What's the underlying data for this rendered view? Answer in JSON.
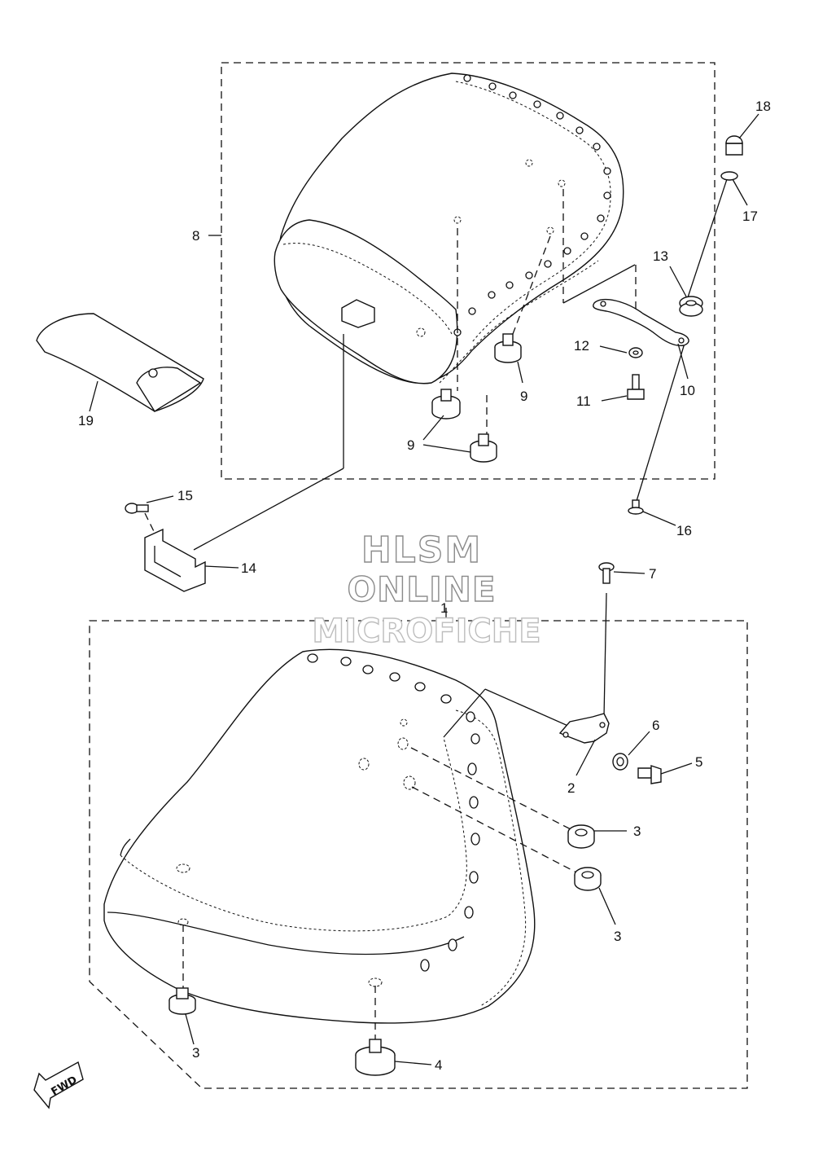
{
  "watermark": {
    "line1": "HLSM",
    "line2": "ONLINE",
    "line3": "MICROFICHE"
  },
  "fwd_label": "FWD",
  "callouts": {
    "c1": "1",
    "c2": "2",
    "c3a": "3",
    "c3b": "3",
    "c3c": "3",
    "c4": "4",
    "c5": "5",
    "c6": "6",
    "c7": "7",
    "c8": "8",
    "c9a": "9",
    "c9b": "9",
    "c10": "10",
    "c11": "11",
    "c12": "12",
    "c13": "13",
    "c14": "14",
    "c15": "15",
    "c16": "16",
    "c17": "17",
    "c18": "18",
    "c19": "19"
  }
}
